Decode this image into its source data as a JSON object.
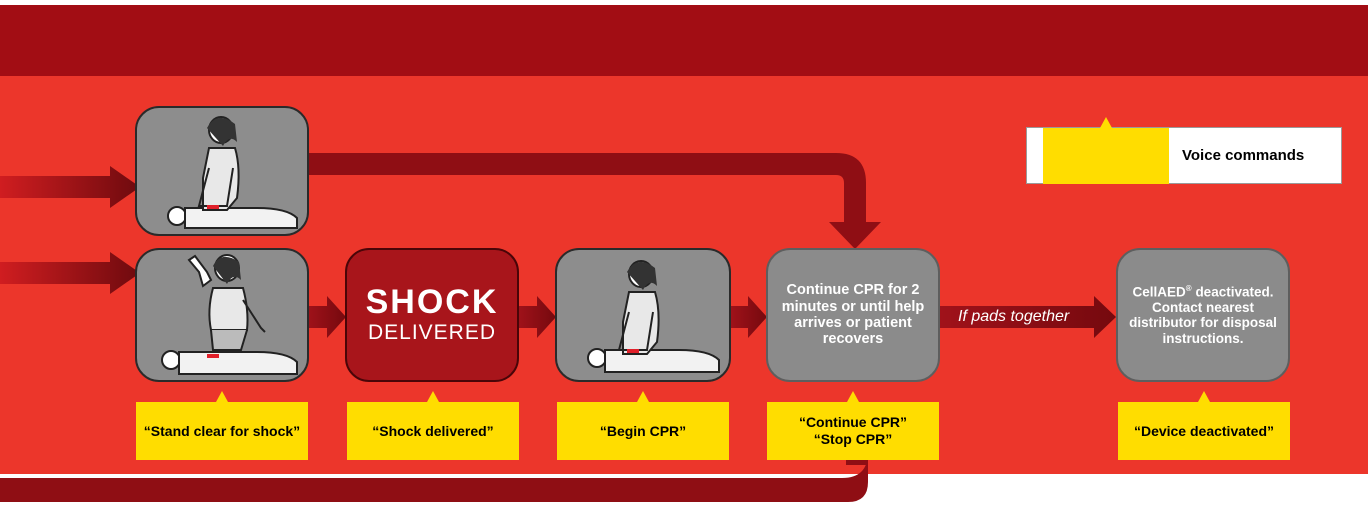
{
  "colors": {
    "background_red": "#ec362b",
    "header_dark_red": "#a20d14",
    "arrow_dark": "#7a0a0f",
    "box_gray": "#8b8b8b",
    "shock_red": "#a8151b",
    "callout_yellow": "#ffdd00"
  },
  "legend": {
    "label": "Voice commands"
  },
  "steps": {
    "cpr_top": {
      "icon": "cpr-illustration-icon"
    },
    "stand_clear": {
      "icon": "stand-clear-illustration-icon",
      "voice": "“Stand clear for shock”"
    },
    "shock": {
      "title": "SHOCK",
      "subtitle": "DELIVERED",
      "voice": "“Shock delivered”"
    },
    "begin_cpr": {
      "icon": "cpr-illustration-icon",
      "voice": "“Begin CPR”"
    },
    "continue_cpr": {
      "text": "Continue CPR for 2 minutes or until help arrives or patient recovers",
      "voice": "“Continue CPR”\n“Stop CPR”"
    },
    "deactivated": {
      "text_main": "CellAED",
      "text_reg": "®",
      "text_rest": "deactivated. Contact nearest distributor for disposal instructions.",
      "voice": "“Device deactivated”"
    }
  },
  "connectors": {
    "if_pads_together": "If pads together"
  }
}
